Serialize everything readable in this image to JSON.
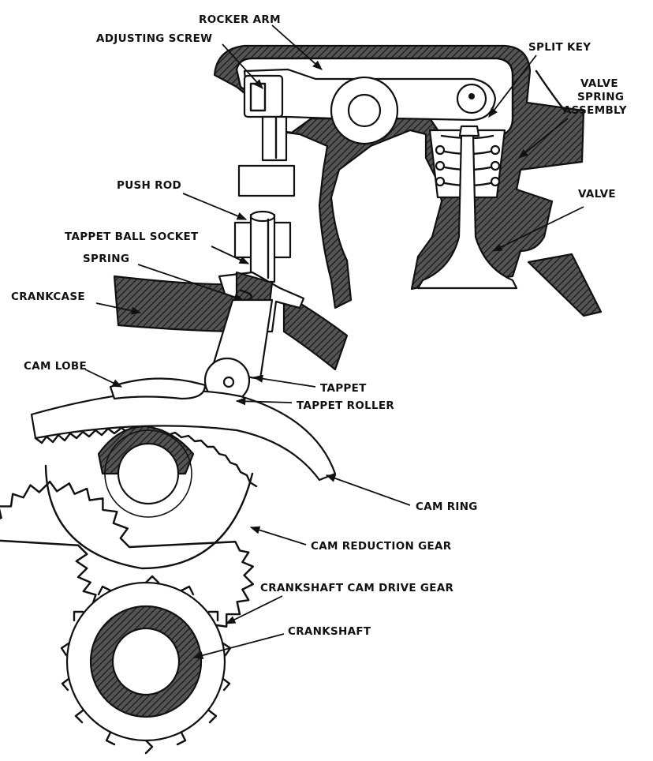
{
  "colors": {
    "ink": "#111111",
    "paper": "#ffffff"
  },
  "labels": {
    "rocker_arm": "ROCKER ARM",
    "adjusting_screw": "ADJUSTING SCREW",
    "split_key": "SPLIT KEY",
    "valve_spring_1": "VALVE",
    "valve_spring_2": "SPRING",
    "valve_spring_3": "ASSEMBLY",
    "valve": "VALVE",
    "push_rod": "PUSH ROD",
    "tappet_ball_socket": "TAPPET BALL SOCKET",
    "spring": "SPRING",
    "crankcase": "CRANKCASE",
    "cam_lobe": "CAM LOBE",
    "tappet": "TAPPET",
    "tappet_roller": "TAPPET ROLLER",
    "cam_ring": "CAM RING",
    "cam_reduction_gear": "CAM REDUCTION GEAR",
    "crankshaft_cam_drive_gear": "CRANKSHAFT CAM DRIVE GEAR",
    "crankshaft": "CRANKSHAFT"
  }
}
